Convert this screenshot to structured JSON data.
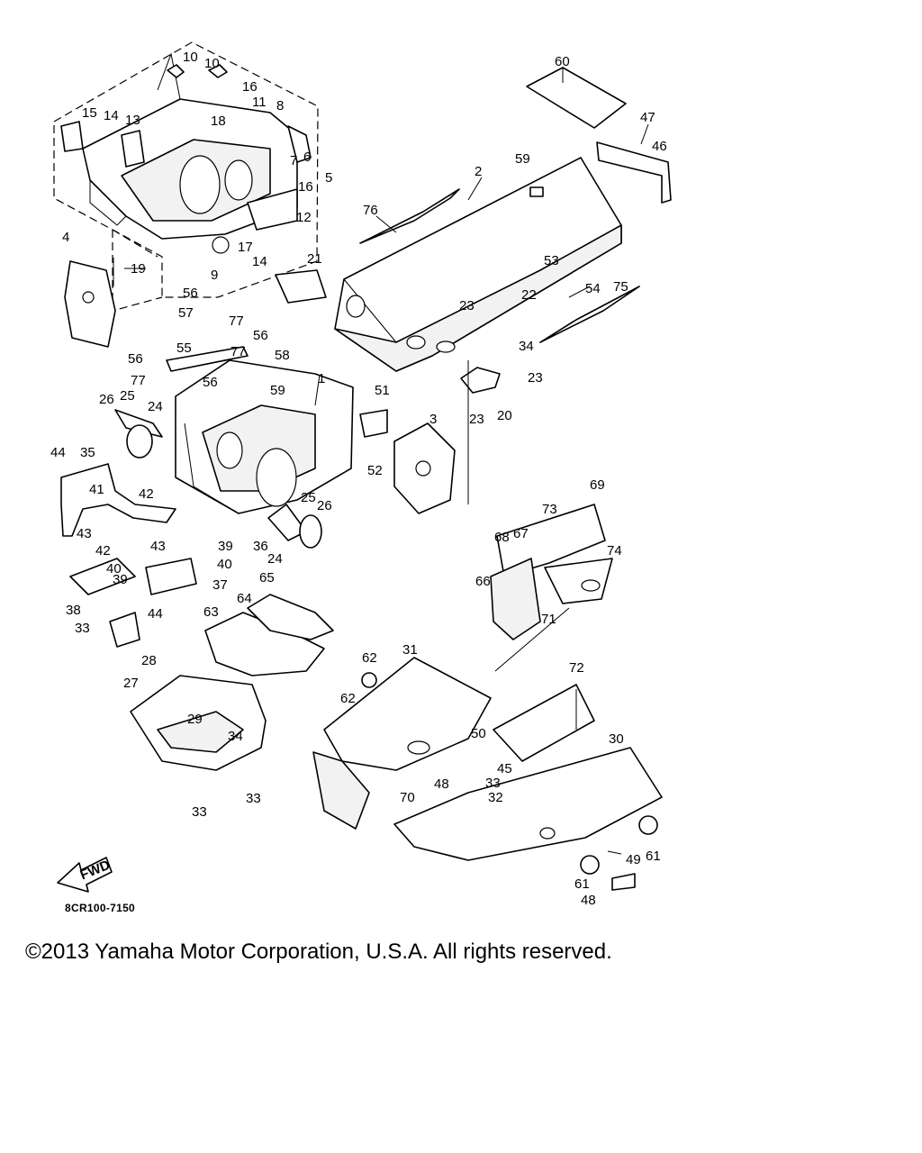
{
  "diagram_code": "8CR100-7150",
  "fwd_label": "FWD",
  "copyright": "©2013 Yamaha Motor Corporation, U.S.A. All rights reserved.",
  "part_numbers": [
    "1",
    "2",
    "3",
    "4",
    "5",
    "6",
    "7",
    "8",
    "9",
    "10",
    "11",
    "12",
    "13",
    "14",
    "15",
    "16",
    "17",
    "18",
    "19",
    "20",
    "21",
    "22",
    "23",
    "24",
    "25",
    "26",
    "27",
    "28",
    "29",
    "30",
    "31",
    "32",
    "33",
    "34",
    "35",
    "36",
    "37",
    "38",
    "39",
    "40",
    "41",
    "42",
    "43",
    "44",
    "45",
    "46",
    "47",
    "48",
    "49",
    "50",
    "51",
    "52",
    "53",
    "54",
    "55",
    "56",
    "57",
    "58",
    "59",
    "60",
    "61",
    "62",
    "63",
    "64",
    "65",
    "66",
    "67",
    "68",
    "69",
    "70",
    "71",
    "72",
    "73",
    "74",
    "75",
    "76",
    "77"
  ]
}
